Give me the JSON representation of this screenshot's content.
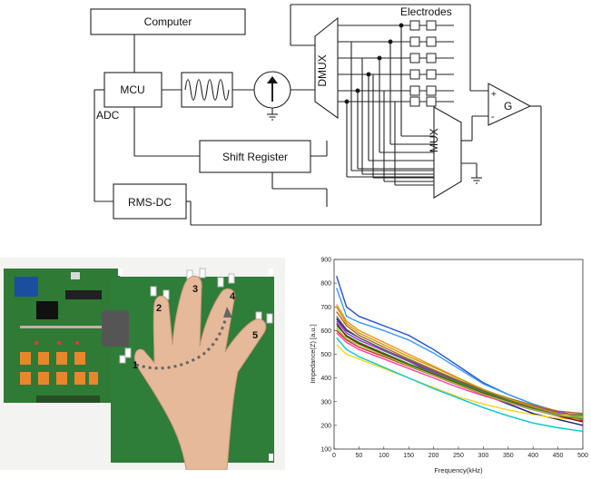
{
  "diagram": {
    "blocks": {
      "computer": "Computer",
      "mcu": "MCU",
      "adc": "ADC",
      "dmux": "DMUX",
      "mux": "MUX",
      "electrodes": "Electrodes",
      "shift_register": "Shift Register",
      "rms_dc": "RMS-DC",
      "amp_gain": "G",
      "amp_plus": "+",
      "amp_minus": "-"
    }
  },
  "photo": {
    "finger_labels": [
      "1",
      "2",
      "3",
      "4",
      "5"
    ],
    "colors": {
      "board": "#2f7a35",
      "skin": "#e6b99a",
      "relay": "#e8872a"
    }
  },
  "chart_data": {
    "type": "line",
    "xlabel": "Frequency(kHz)",
    "ylabel": "Impedance(Z) [a.u.]",
    "xlim": [
      0,
      500
    ],
    "ylim": [
      100,
      900
    ],
    "xticks": [
      0,
      50,
      100,
      150,
      200,
      250,
      300,
      350,
      400,
      450,
      500
    ],
    "yticks": [
      100,
      200,
      300,
      400,
      500,
      600,
      700,
      800,
      900
    ],
    "grid": false,
    "x": [
      5,
      25,
      50,
      100,
      150,
      200,
      250,
      300,
      350,
      400,
      450,
      500
    ],
    "series": [
      {
        "color": "#1f4fd6",
        "values": [
          830,
          700,
          660,
          620,
          580,
          520,
          450,
          380,
          330,
          290,
          255,
          230
        ]
      },
      {
        "color": "#3399ff",
        "values": [
          780,
          660,
          635,
          600,
          560,
          505,
          440,
          375,
          330,
          290,
          258,
          235
        ]
      },
      {
        "color": "#0a1a80",
        "values": [
          650,
          600,
          570,
          520,
          470,
          420,
          380,
          330,
          290,
          250,
          225,
          200
        ]
      },
      {
        "color": "#e02020",
        "values": [
          600,
          560,
          530,
          490,
          450,
          410,
          370,
          330,
          300,
          270,
          245,
          220
        ]
      },
      {
        "color": "#ff8c1a",
        "values": [
          710,
          640,
          600,
          550,
          500,
          450,
          400,
          350,
          310,
          275,
          250,
          240
        ]
      },
      {
        "color": "#ffd21a",
        "values": [
          540,
          500,
          480,
          440,
          400,
          360,
          320,
          290,
          265,
          245,
          230,
          225
        ]
      },
      {
        "color": "#22aa22",
        "values": [
          620,
          580,
          550,
          505,
          460,
          420,
          380,
          340,
          305,
          275,
          250,
          245
        ]
      },
      {
        "color": "#9b30d9",
        "values": [
          640,
          590,
          560,
          515,
          470,
          425,
          385,
          345,
          310,
          280,
          255,
          240
        ]
      },
      {
        "color": "#b5651d",
        "values": [
          680,
          620,
          580,
          530,
          480,
          435,
          390,
          350,
          315,
          285,
          260,
          250
        ]
      },
      {
        "color": "#ff3fa4",
        "values": [
          590,
          550,
          520,
          480,
          440,
          400,
          360,
          325,
          295,
          265,
          240,
          215
        ]
      },
      {
        "color": "#00c8d8",
        "values": [
          570,
          520,
          490,
          445,
          400,
          355,
          315,
          275,
          240,
          210,
          190,
          175
        ]
      },
      {
        "color": "#8b0a0a",
        "values": [
          630,
          575,
          545,
          500,
          455,
          415,
          375,
          335,
          300,
          268,
          240,
          215
        ]
      },
      {
        "color": "#606060",
        "values": [
          660,
          605,
          570,
          520,
          475,
          430,
          385,
          345,
          308,
          272,
          245,
          225
        ]
      },
      {
        "color": "#7fd13b",
        "values": [
          610,
          565,
          540,
          495,
          452,
          412,
          372,
          332,
          298,
          266,
          242,
          232
        ]
      },
      {
        "color": "#c0a000",
        "values": [
          700,
          630,
          590,
          540,
          490,
          445,
          398,
          352,
          312,
          278,
          250,
          238
        ]
      }
    ]
  }
}
